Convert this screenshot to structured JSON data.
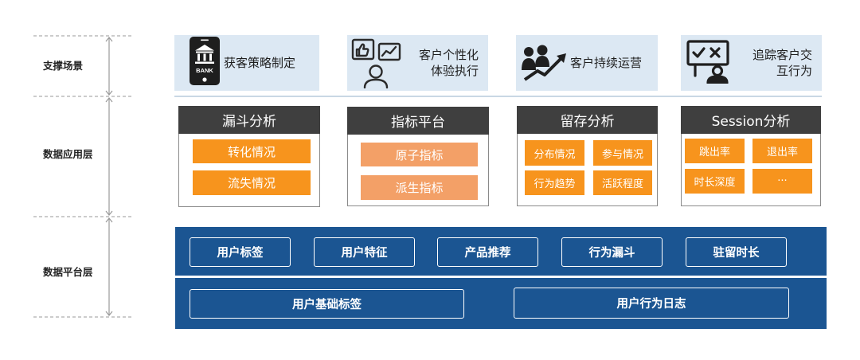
{
  "colors": {
    "scenario_bg": "#dce8f3",
    "module_header_bg": "#3f3f3f",
    "accent_orange": "#f7941d",
    "soft_orange": "#f3a067",
    "platform_blue": "#1b5592",
    "guide_gray": "#9a9a9a"
  },
  "layers": [
    {
      "label": "支撑场景"
    },
    {
      "label": "数据应用层"
    },
    {
      "label": "数据平台层"
    }
  ],
  "scenarios": [
    {
      "icon": "bank-phone-icon",
      "icon_text": "BANK",
      "lines": [
        "获客策略制定"
      ]
    },
    {
      "icon": "personalized-experience-icon",
      "lines": [
        "客户个性化",
        "体验执行"
      ]
    },
    {
      "icon": "growth-team-icon",
      "lines": [
        "客户持续运营"
      ]
    },
    {
      "icon": "presentation-tracking-icon",
      "lines": [
        "追踪客户交",
        "互行为"
      ]
    }
  ],
  "modules": [
    {
      "title": "漏斗分析",
      "items": [
        "转化情况",
        "流失情况"
      ]
    },
    {
      "title": "指标平台",
      "items": [
        "原子指标",
        "派生指标"
      ]
    },
    {
      "title": "留存分析",
      "items": [
        "分布情况",
        "参与情况",
        "行为趋势",
        "活跃程度"
      ]
    },
    {
      "title": "Session分析",
      "items": [
        "跳出率",
        "退出率",
        "时长深度",
        "···"
      ]
    }
  ],
  "platform": {
    "upper": [
      "用户标签",
      "用户特征",
      "产品推荐",
      "行为漏斗",
      "驻留时长"
    ],
    "lower": [
      "用户基础标签",
      "用户行为日志"
    ]
  }
}
